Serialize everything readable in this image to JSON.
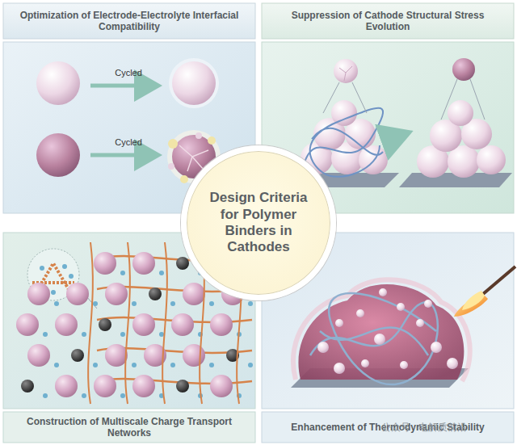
{
  "diagram": {
    "title": "Design Criteria for Polymer Binders in Cathodes",
    "nodes": [
      {
        "text": [
          "Optimization of Electrode-Electrolyte Interfacial Compatibility"
        ]
      },
      {
        "text": [
          "Suppression of Cathode Structural Stress Evolution"
        ]
      },
      {
        "text": [
          "Construction of Multiscale Charge Transport Networks"
        ]
      },
      {
        "text": [
          "Enhancement of Thermodynamic Stability"
        ]
      }
    ],
    "labels": [
      "Cycled",
      "Cycled",
      "公众号 · 电解质前沿"
    ]
  }
}
